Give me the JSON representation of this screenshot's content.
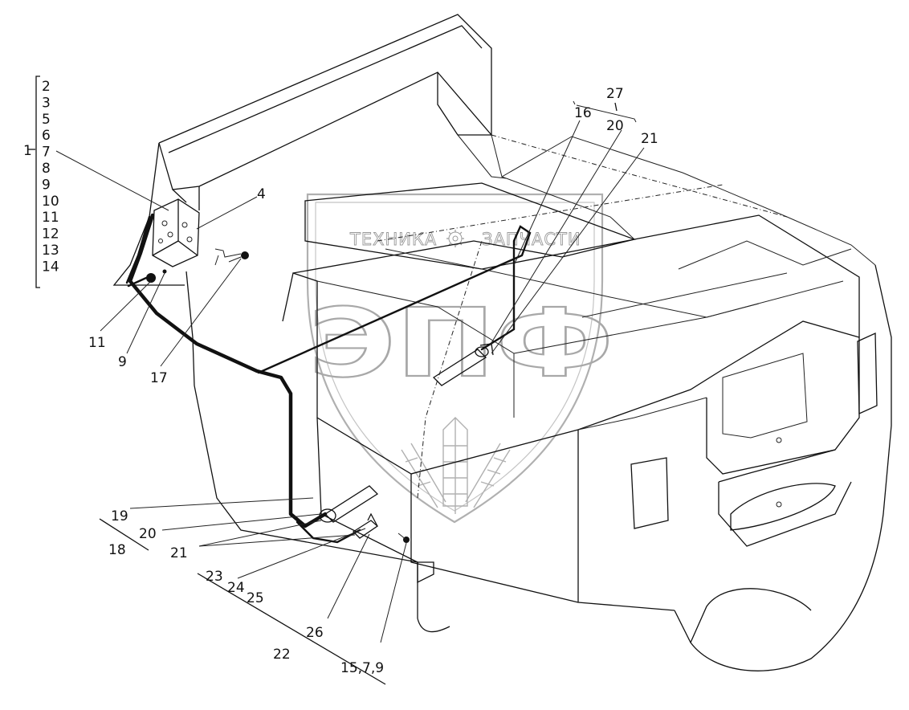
{
  "watermark": {
    "brand_left": "ТЕХНИКА",
    "brand_right": "ЗАПЧАСТИ",
    "logo_text": "ЭПФ",
    "gear_icon": "gear-icon"
  },
  "callouts": {
    "group_left_parent": "1",
    "group_left_items": [
      "2",
      "3",
      "5",
      "6",
      "7",
      "8",
      "9",
      "10",
      "11",
      "12",
      "13",
      "14"
    ],
    "c4": "4",
    "c11": "11",
    "c9": "9",
    "c17": "17",
    "c27": "27",
    "c16": "16",
    "c20_top": "20",
    "c21_top": "21",
    "c19": "19",
    "c20_bottom": "20",
    "c18": "18",
    "c21_bottom": "21",
    "c23": "23",
    "c24": "24",
    "c25": "25",
    "c22": "22",
    "c26": "26",
    "c15_7_9": "15,7,9"
  }
}
